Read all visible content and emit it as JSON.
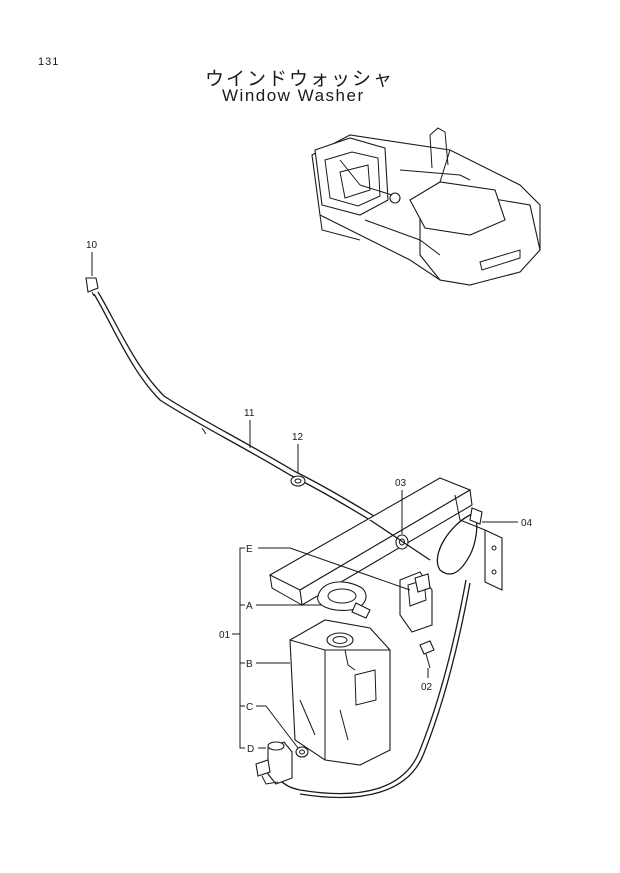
{
  "page": {
    "number": "131"
  },
  "title": {
    "japanese": "ウインドウォッシャ",
    "english": "Window Washer"
  },
  "callouts": {
    "c10": "10",
    "c11": "11",
    "c12": "12",
    "c03": "03",
    "c04": "04",
    "c02": "02",
    "c01": "01",
    "A": "A",
    "B": "B",
    "C": "C",
    "D": "D",
    "E": "E"
  }
}
